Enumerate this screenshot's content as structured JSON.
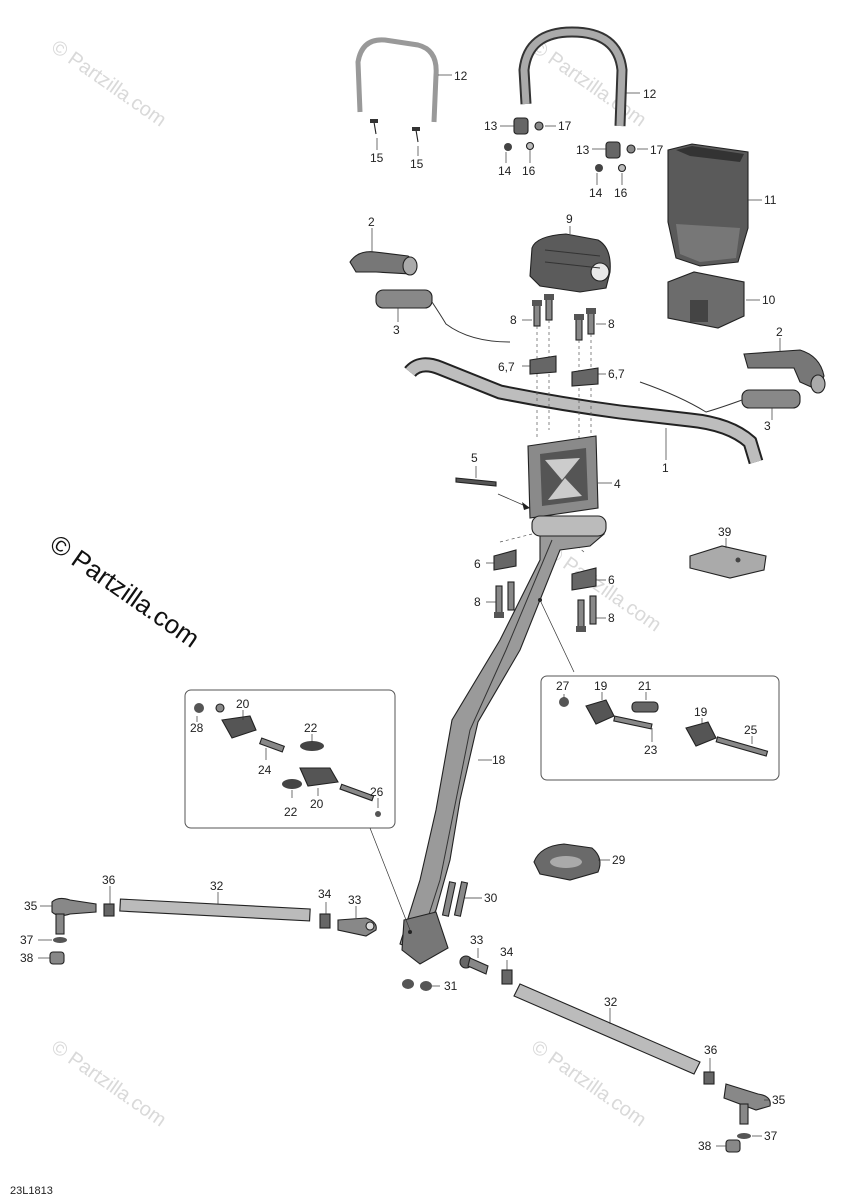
{
  "diagram_code": "23L1813",
  "watermark_main": "© Partzilla.com",
  "watermark_faint": "© Partzilla.com",
  "labels": {
    "p1": "1",
    "p2": "2",
    "p3": "3",
    "p4": "4",
    "p5": "5",
    "p6": "6",
    "p67": "6,7",
    "p8": "8",
    "p9": "9",
    "p10": "10",
    "p11": "11",
    "p12": "12",
    "p13": "13",
    "p14": "14",
    "p15": "15",
    "p16": "16",
    "p17": "17",
    "p18": "18",
    "p19": "19",
    "p20": "20",
    "p21": "21",
    "p22": "22",
    "p23": "23",
    "p24": "24",
    "p25": "25",
    "p26": "26",
    "p27": "27",
    "p28": "28",
    "p29": "29",
    "p30": "30",
    "p31": "31",
    "p32": "32",
    "p33": "33",
    "p34": "34",
    "p35": "35",
    "p36": "36",
    "p37": "37",
    "p38": "38",
    "p39": "39"
  }
}
